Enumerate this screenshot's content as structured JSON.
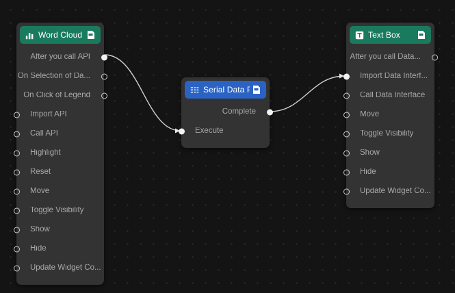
{
  "canvas": {
    "background_color": "#141414",
    "grid_dot_color": "#2e2e2e"
  },
  "colors": {
    "green_header": "#1a7a5e",
    "blue_header": "#2a63c4",
    "node_body": "#333333",
    "label_text": "#a9a9a9",
    "title_text": "#ffffff",
    "wire": "#cfcfcf",
    "port_connected": "#f2f2f2"
  },
  "nodes": [
    {
      "id": "word-cloud",
      "title": "Word Cloud",
      "icon": "bar-chart-icon",
      "action_icon": "document-icon",
      "header_color": "green",
      "rows": [
        {
          "label": "After you call API",
          "side": "out",
          "connected": true
        },
        {
          "label": "On Selection of Da...",
          "side": "out",
          "connected": false
        },
        {
          "label": "On Click of Legend",
          "side": "out",
          "connected": false
        },
        {
          "label": "Import API",
          "side": "in",
          "connected": false
        },
        {
          "label": "Call API",
          "side": "in",
          "connected": false
        },
        {
          "label": "Highlight",
          "side": "in",
          "connected": false
        },
        {
          "label": "Reset",
          "side": "in",
          "connected": false
        },
        {
          "label": "Move",
          "side": "in",
          "connected": false
        },
        {
          "label": "Toggle Visibility",
          "side": "in",
          "connected": false
        },
        {
          "label": "Show",
          "side": "in",
          "connected": false
        },
        {
          "label": "Hide",
          "side": "in",
          "connected": false
        },
        {
          "label": "Update Widget Co...",
          "side": "in",
          "connected": false
        }
      ]
    },
    {
      "id": "serial-data-processing",
      "title": "Serial Data Pr...",
      "icon": "list-icon",
      "action_icon": "document-icon",
      "header_color": "blue",
      "rows": [
        {
          "label": "Complete",
          "side": "out",
          "connected": true
        },
        {
          "label": "Execute",
          "side": "in",
          "connected": true,
          "arrow": true
        }
      ]
    },
    {
      "id": "text-box",
      "title": "Text Box",
      "icon": "text-icon",
      "action_icon": "document-icon",
      "header_color": "green",
      "rows": [
        {
          "label": "After you call Data...",
          "side": "out",
          "connected": false
        },
        {
          "label": "Import Data Interf...",
          "side": "in",
          "connected": true,
          "arrow": true
        },
        {
          "label": "Call Data Interface",
          "side": "in",
          "connected": false
        },
        {
          "label": "Move",
          "side": "in",
          "connected": false
        },
        {
          "label": "Toggle Visibility",
          "side": "in",
          "connected": false
        },
        {
          "label": "Show",
          "side": "in",
          "connected": false
        },
        {
          "label": "Hide",
          "side": "in",
          "connected": false
        },
        {
          "label": "Update Widget Co...",
          "side": "in",
          "connected": false
        }
      ]
    }
  ],
  "connections": [
    {
      "from": "word-cloud.After you call API",
      "to": "serial-data-processing.Execute"
    },
    {
      "from": "serial-data-processing.Complete",
      "to": "text-box.Import Data Interf..."
    }
  ]
}
